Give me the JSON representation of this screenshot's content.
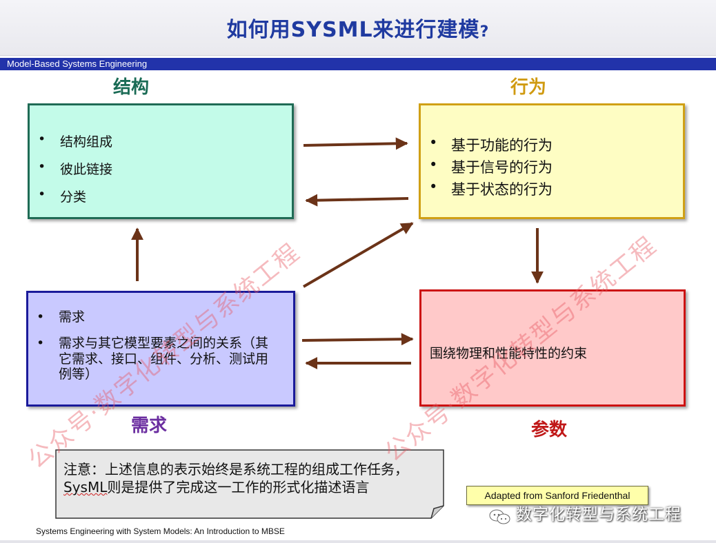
{
  "title": "如何用SYSML来进行建模",
  "title_suffix": "?",
  "subtitle": "Model-Based Systems Engineering",
  "headings": {
    "structure": "结构",
    "behavior": "行为",
    "requirements": "需求",
    "parametrics": "参数"
  },
  "boxes": {
    "structure": {
      "items": [
        "结构组成",
        "彼此链接",
        "分类"
      ]
    },
    "behavior": {
      "items": [
        "基于功能的行为",
        "基于信号的行为",
        "基于状态的行为"
      ]
    },
    "requirements": {
      "items": [
        "需求",
        "需求与其它模型要素之间的关系（其它需求、接口、组件、分析、测试用例等）"
      ]
    },
    "parametrics": {
      "text": "围绕物理和性能特性的约束"
    }
  },
  "note": {
    "line1": "注意：上述信息的表示始终是系统工程的组成工作任务，",
    "line2_sysml": "SysML",
    "line2_rest": "则是提供了完成这一工作的形式化描述语言"
  },
  "adapted": "Adapted from Sanford Friedenthal",
  "footer": "Systems Engineering with System Models: An Introduction to MBSE",
  "brand": "数字化转型与系统工程",
  "watermark": "公众号·数字化转型与系统工程",
  "colors": {
    "title": "#1f3aa0",
    "structure": "#1a6b55",
    "behavior": "#d09a10",
    "requirements": "#6b2ea0",
    "parametrics": "#c01818",
    "arrow": "#6b3318"
  }
}
